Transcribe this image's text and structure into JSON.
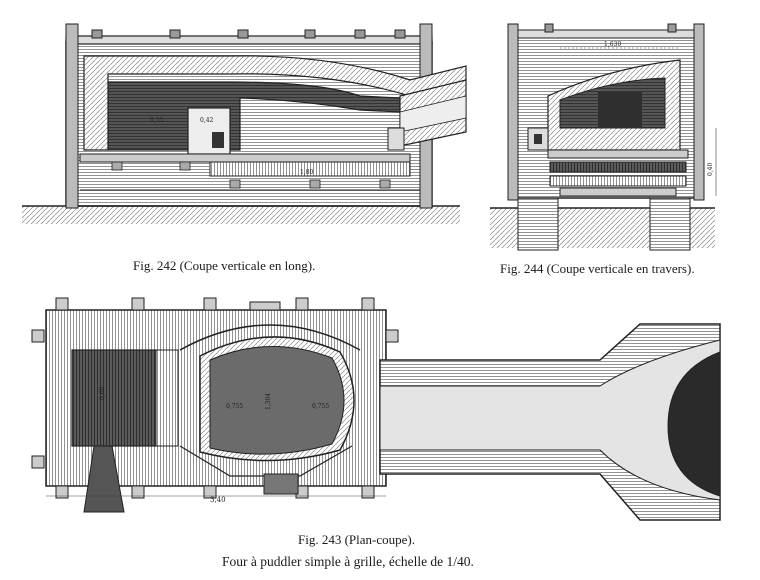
{
  "figures": [
    {
      "id": "fig242",
      "caption": "Fig. 242 (Coupe verticale en long)."
    },
    {
      "id": "fig244",
      "caption": "Fig. 244 (Coupe verticale en travers)."
    },
    {
      "id": "fig243",
      "caption": "Fig. 243 (Plan-coupe)."
    }
  ],
  "plate_title": "Four à puddler simple à grille, échelle de 1/40.",
  "dimensions": {
    "d242_a": "0,42",
    "d242_b": "0,55",
    "d242_c": "1,80",
    "d244_a": "1,630",
    "d244_b": "0,40",
    "d243_a": "3,40",
    "d243_b": "1,304",
    "d243_c": "0,755",
    "d243_d": "0,755",
    "d243_e": "0,60"
  },
  "colors": {
    "ink": "#2b2b2b",
    "hatch": "#6a6a6a",
    "dark": "#3a3a3a",
    "paper": "#ffffff"
  }
}
